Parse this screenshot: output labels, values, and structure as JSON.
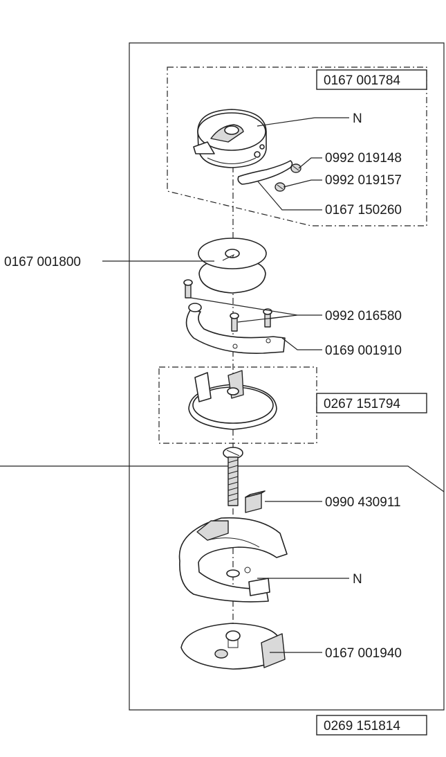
{
  "callouts": {
    "bobbin_case_assembly": "0167 001784",
    "n_top": "N",
    "screw_1": "0992 019148",
    "screw_2": "0992 019157",
    "spring": "0167 150260",
    "bobbin": "0167 001800",
    "retainer_screws": "0992 016580",
    "retainer_ring": "0169 001910",
    "inner_hook_assembly": "0267 151794",
    "felt": "0990 430911",
    "n_bottom": "N",
    "cover_plate": "0167 001940",
    "hook_assembly": "0269 151814"
  }
}
